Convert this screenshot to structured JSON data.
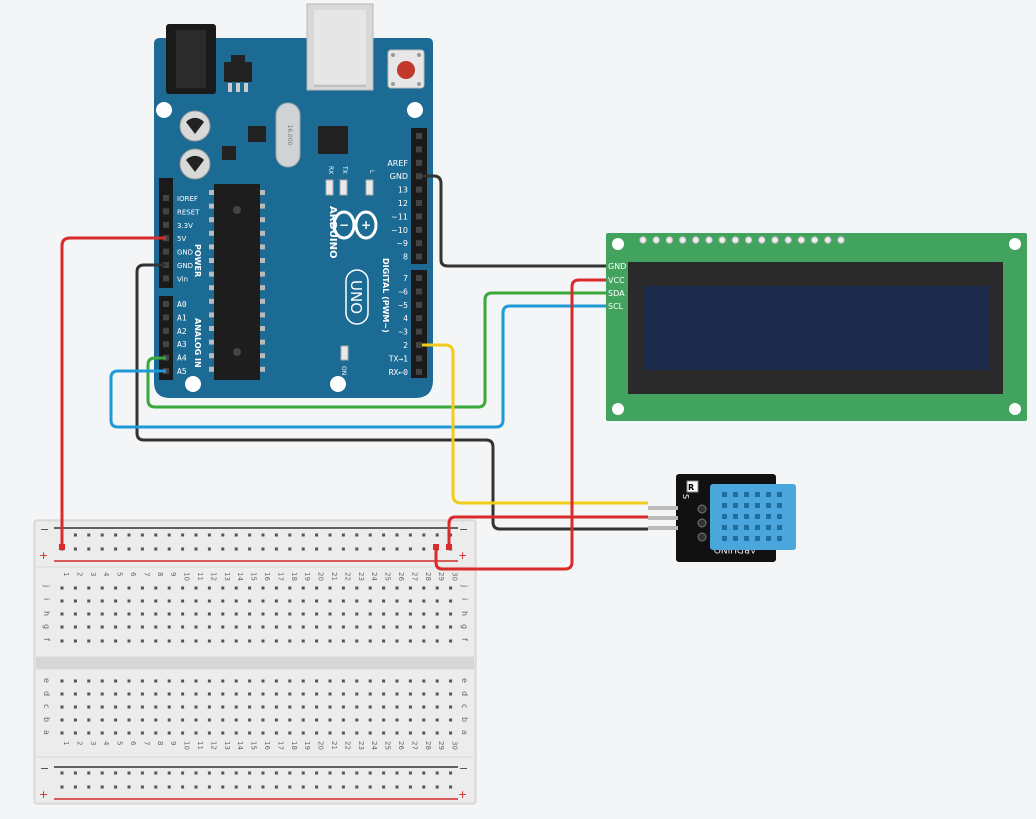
{
  "arduino": {
    "brand": "ARDUINO",
    "model": "UNO",
    "crystal_text": "16.000",
    "power_section": "POWER",
    "analog_section": "ANALOG IN",
    "digital_section": "DIGITAL (PWM~)",
    "on_led": "ON",
    "led_l": "L",
    "led_tx": "TX",
    "led_rx": "RX",
    "power_pins": [
      "IOREF",
      "RESET",
      "3.3V",
      "5V",
      "GND",
      "GND",
      "Vin"
    ],
    "analog_pins": [
      "A0",
      "A1",
      "A2",
      "A3",
      "A4",
      "A5"
    ],
    "digital_pins_top": [
      "AREF",
      "GND",
      "13",
      "12",
      "~11",
      "~10",
      "~9",
      "8"
    ],
    "digital_pins_bottom": [
      "7",
      "~6",
      "~5",
      "4",
      "~3",
      "2",
      "TX→1",
      "RX←0"
    ],
    "board_color": "#1b6b94"
  },
  "lcd": {
    "pins": [
      "GND",
      "VCC",
      "SDA",
      "SCL"
    ],
    "board_color": "#42a35e",
    "screen_color": "#1b2a4a"
  },
  "sensor": {
    "label": "S",
    "brand": "ARDUINO",
    "module_color": "#111111",
    "body_color": "#4aa6dc"
  },
  "breadboard": {
    "columns": 30,
    "rows_top": [
      "j",
      "i",
      "h",
      "g",
      "f"
    ],
    "rows_bottom": [
      "e",
      "d",
      "c",
      "b",
      "a"
    ],
    "rail_minus": "−",
    "rail_plus": "+"
  },
  "wires": {
    "power": "#d92b2b",
    "ground": "#333333",
    "sda": "#3aa83a",
    "scl": "#1f9ad6",
    "data": "#f2cc1a"
  }
}
